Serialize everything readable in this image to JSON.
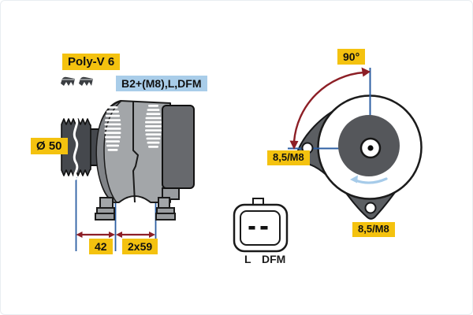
{
  "diagram": {
    "type": "alternator-technical-drawing",
    "side_view": {
      "belt_label": "Poly-V 6",
      "terminal_label": "B2+(M8),L,DFM",
      "pulley_diameter_label": "Ø 50",
      "dimension_labels": [
        "42",
        "2x59"
      ]
    },
    "front_view": {
      "angle_label": "90°",
      "mounting_hole_labels": [
        "8,5/M8",
        "8,5/M8"
      ],
      "rotation_direction": "counterclockwise"
    },
    "connector": {
      "pin_labels": [
        "L",
        "DFM"
      ]
    },
    "colors": {
      "label_yellow": "#f4c20f",
      "label_blue": "#a9cde9",
      "dimension_line_blue": "#2d5fa3",
      "dimension_arrow_red": "#8d1f26",
      "rotation_arrow_blue": "#a6cbe9",
      "body_gray": "#a3a6a9",
      "dark_gray": "#45484d"
    }
  }
}
